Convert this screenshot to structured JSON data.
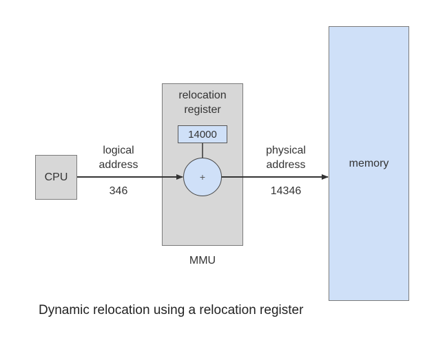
{
  "diagram": {
    "cpu_label": "CPU",
    "relocation_register_label": "relocation\nregister",
    "relocation_register_value": "14000",
    "adder_symbol": "+",
    "logical_address_label": "logical\naddress",
    "logical_address_value": "346",
    "physical_address_label": "physical\naddress",
    "physical_address_value": "14346",
    "mmu_label": "MMU",
    "memory_label": "memory"
  },
  "caption": "Dynamic relocation using a relocation register",
  "colors": {
    "box_gray": "#d7d7d7",
    "register_blue": "#cfe0f8",
    "line": "#333333"
  }
}
